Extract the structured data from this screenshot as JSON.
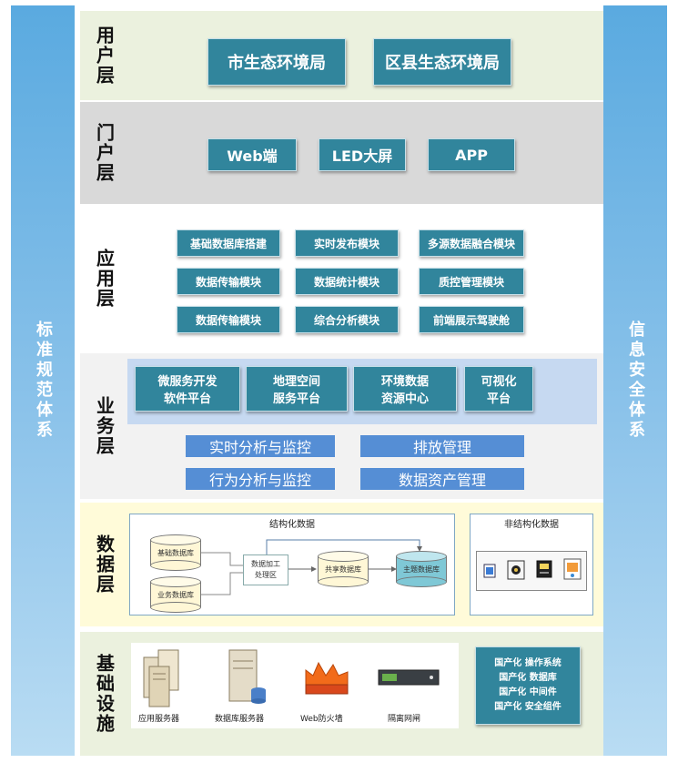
{
  "side": {
    "left": "标准规范体系",
    "right": "信息安全体系"
  },
  "layers": {
    "user": {
      "label": "用户层",
      "items": [
        "市生态环境局",
        "区县生态环境局"
      ]
    },
    "portal": {
      "label": "门户层",
      "items": [
        "Web端",
        "LED大屏",
        "APP"
      ]
    },
    "app": {
      "label": "应用层",
      "items": [
        "基础数据库搭建",
        "实时发布模块",
        "多源数据融合模块",
        "数据传输模块",
        "数据统计模块",
        "质控管理模块",
        "数据传输模块",
        "综合分析模块",
        "前端展示驾驶舱"
      ]
    },
    "business": {
      "label": "业务层",
      "platforms": [
        [
          "微服务开发",
          "软件平台"
        ],
        [
          "地理空间",
          "服务平台"
        ],
        [
          "环境数据",
          "资源中心"
        ],
        [
          "可视化",
          "平台"
        ]
      ],
      "bars": [
        "实时分析与监控",
        "排放管理",
        "行为分析与监控",
        "数据资产管理"
      ]
    },
    "data": {
      "label": "数据层",
      "structured_title": "结构化数据",
      "unstructured_title": "非结构化数据",
      "dbs": [
        "基础数据库",
        "业务数据库",
        "共享数据库",
        "主题数据库"
      ],
      "process": [
        "数据加工",
        "处理区"
      ]
    },
    "infra": {
      "label": "基础设施",
      "items": [
        "应用服务器",
        "数据库服务器",
        "Web防火墙",
        "隔离网闸"
      ],
      "domestic": [
        "国产化 操作系统",
        "国产化 数据库",
        "国产化 中间件",
        "国产化 安全组件"
      ]
    }
  },
  "colors": {
    "box": "#31859c",
    "bar": "#558ed5",
    "side": "#5aaae0",
    "user_bg": "#ebf1de",
    "portal_bg": "#d9d9d9",
    "business_bg": "#f2f2f2",
    "data_bg": "#fffbd9",
    "infra_bg": "#ebf1de"
  }
}
